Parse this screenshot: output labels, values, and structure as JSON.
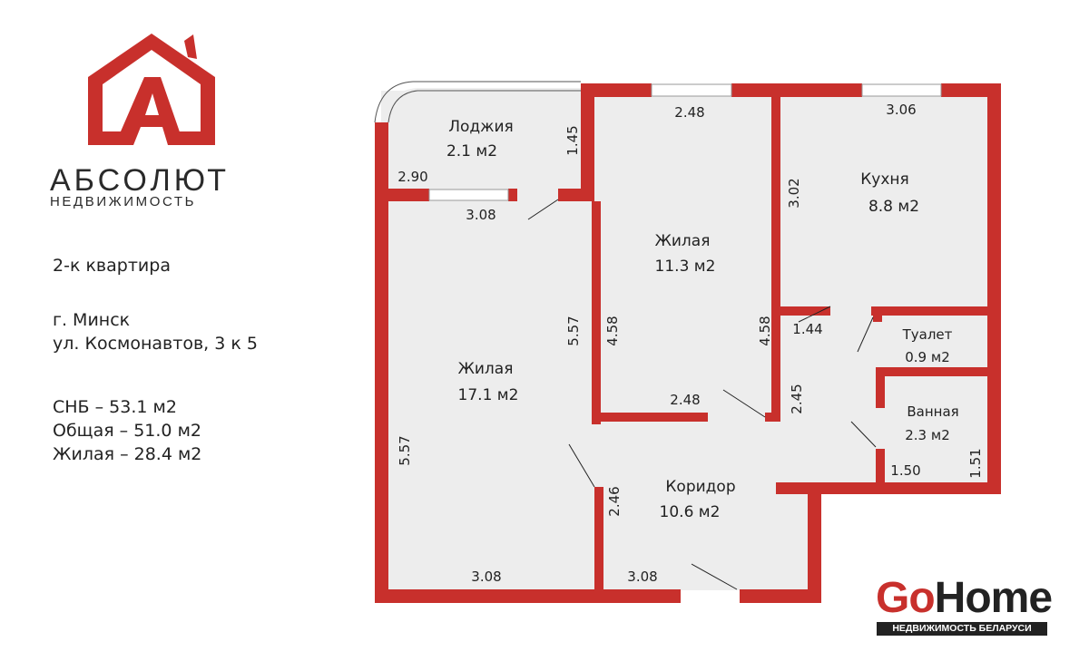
{
  "brand": {
    "name": "АБСОЛЮТ",
    "subtitle": "НЕДВИЖИМОСТЬ"
  },
  "listing": {
    "type": "2-к квартира",
    "city": "г. Минск",
    "street": "ул. Космонавтов, 3 к 5",
    "areas": [
      "СНБ – 53.1 м2",
      "Общая – 51.0 м2",
      "Жилая – 28.4 м2"
    ]
  },
  "rooms": {
    "loggia": {
      "name": "Лоджия",
      "area": "2.1 м2"
    },
    "living1": {
      "name": "Жилая",
      "area": "11.3 м2"
    },
    "kitchen": {
      "name": "Кухня",
      "area": "8.8 м2"
    },
    "living2": {
      "name": "Жилая",
      "area": "17.1 м2"
    },
    "toilet": {
      "name": "Туалет",
      "area": "0.9 м2"
    },
    "bath": {
      "name": "Ванная",
      "area": "2.3 м2"
    },
    "corridor": {
      "name": "Коридор",
      "area": "10.6 м2"
    }
  },
  "dims": [
    "2.48",
    "3.06",
    "1.45",
    "2.90",
    "3.08",
    "3.02",
    "5.57",
    "4.58",
    "4.58",
    "1.44",
    "2.48",
    "2.45",
    "5.57",
    "2.46",
    "1.50",
    "1.51",
    "3.08",
    "3.08"
  ],
  "partner": {
    "go": "Go",
    "home": "Home",
    "tagline": "НЕДВИЖИМОСТЬ БЕЛАРУСИ"
  },
  "colors": {
    "wall": "#c8302c",
    "floor": "#ededed"
  }
}
